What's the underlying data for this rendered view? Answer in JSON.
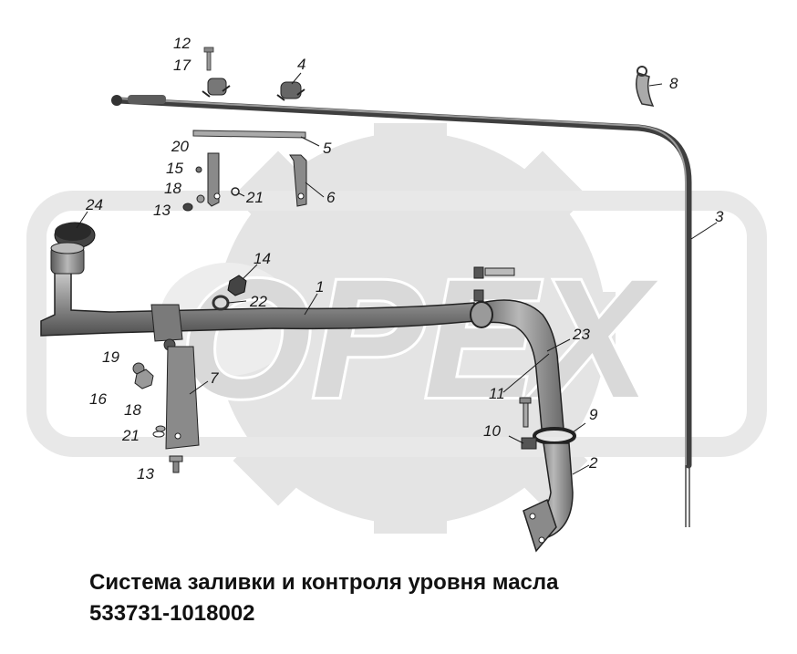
{
  "watermark": {
    "text": "ОРЕХ",
    "color": "#d9d9d9"
  },
  "callouts": [
    "12",
    "17",
    "4",
    "8",
    "20",
    "5",
    "15",
    "18",
    "21",
    "6",
    "13",
    "24",
    "3",
    "14",
    "1",
    "22",
    "23",
    "19",
    "7",
    "16",
    "11",
    "18",
    "21",
    "9",
    "10",
    "2",
    "13"
  ],
  "caption": {
    "title": "Система заливки и контроля уровня масла",
    "code": "533731-1018002"
  },
  "colors": {
    "part": "#8f8f8f",
    "part_dark": "#555555",
    "part_light": "#c4c4c4",
    "ink": "#1a1a1a"
  }
}
